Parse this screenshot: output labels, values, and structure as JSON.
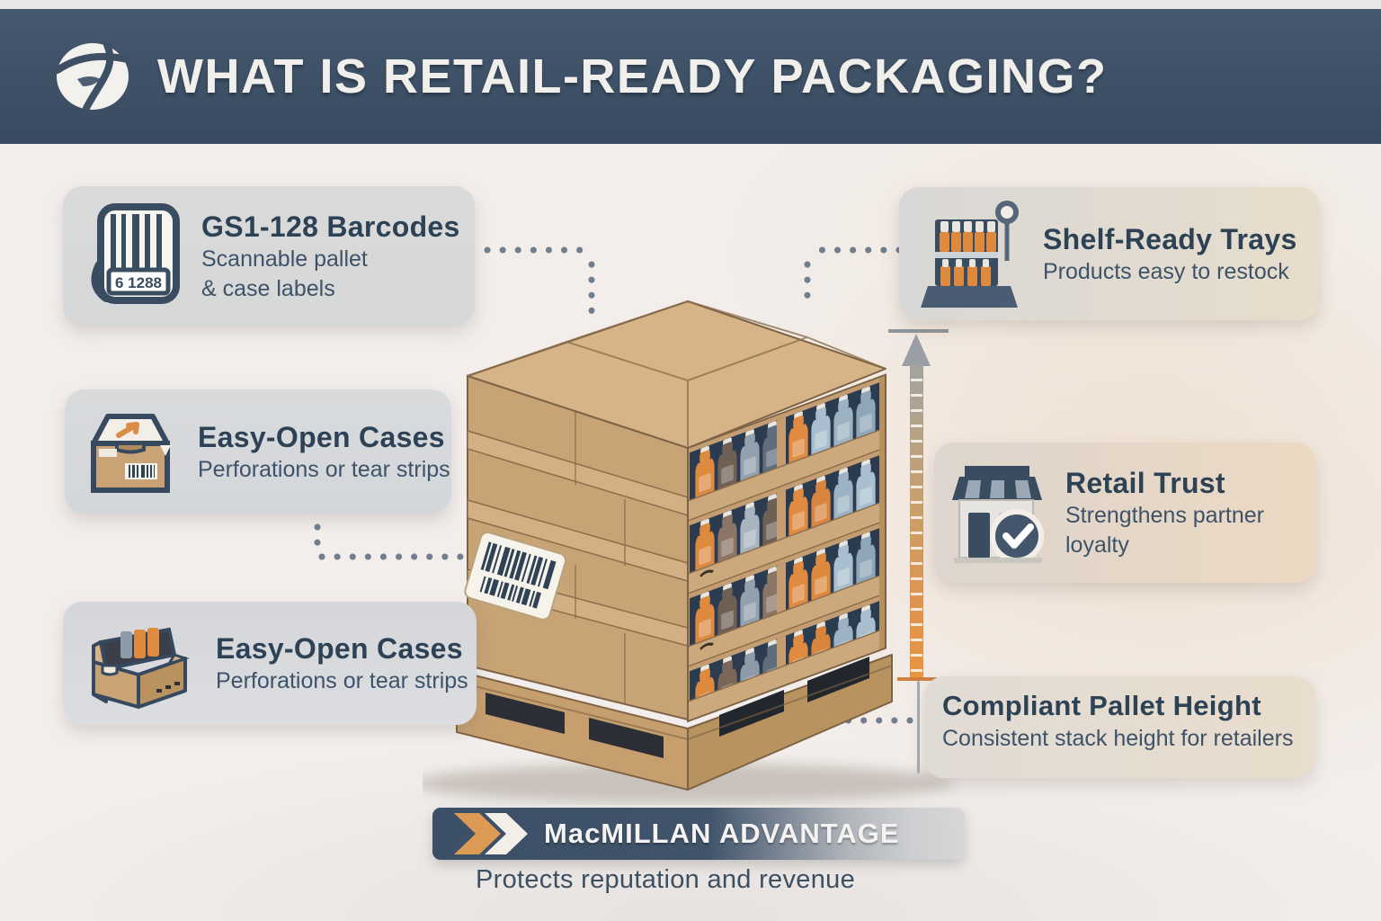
{
  "header": {
    "title": "WHAT IS RETAIL-READY PACKAGING?",
    "logo_icon": "globe-ribbon-logo"
  },
  "callouts": {
    "gs1": {
      "title": "GS1-128 Barcodes",
      "desc_lines": [
        "Scannable pallet",
        "& case labels"
      ],
      "icon": "barcode-icon",
      "barcode_text": "6 1288"
    },
    "easy_open_top": {
      "title": "Easy-Open Cases",
      "desc_lines": [
        "Perforations or tear strips"
      ],
      "icon": "sealed-case-icon"
    },
    "easy_open_bottom": {
      "title": "Easy-Open Cases",
      "desc_lines": [
        "Perforations or tear strips"
      ],
      "icon": "open-tray-icon"
    },
    "shelf_ready": {
      "title": "Shelf-Ready Trays",
      "desc_lines": [
        "Products easy to restock"
      ],
      "icon": "shelf-display-icon"
    },
    "retail_trust": {
      "title": "Retail Trust",
      "desc_lines": [
        "Strengthens partner",
        "loyalty"
      ],
      "icon": "storefront-check-icon"
    },
    "pallet_height": {
      "title": "Compliant Pallet Height",
      "desc_lines": [
        "Consistent stack height for retailers"
      ],
      "icon": "height-bracket-line"
    }
  },
  "illustration": {
    "subject": "pallet stacked with shelf-ready cases of bottles",
    "elements": [
      "cardboard-cases",
      "bottle-trays",
      "pallet-barcode-label",
      "wooden-pallet",
      "height-ruler-arrow"
    ]
  },
  "banner": {
    "label": "MacMILLAN ADVANTAGE",
    "caption": "Protects reputation and revenue",
    "icon": "double-chevron-icon"
  },
  "colors": {
    "header_bg": "#3d5066",
    "card_gray": "#d8d9da",
    "card_warm": "#ecd9c2",
    "navy_text": "#2e4256",
    "accent_orange": "#df8f44",
    "cardboard": "#c7a376",
    "background": "#f3eeec"
  }
}
